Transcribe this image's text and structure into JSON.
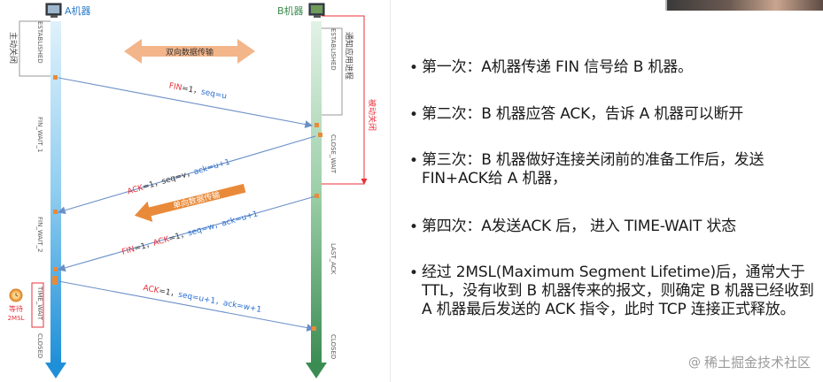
{
  "diagram": {
    "host_a": "A机器",
    "host_b": "B机器",
    "a_left_note": "主动关闭",
    "a_states": [
      "ESTABLISHED",
      "FIN_WAIT_1",
      "FIN_WAIT_2",
      "TIME_WAIT",
      "CLOSED"
    ],
    "b_states": [
      "ESTABLISHED",
      "CLOSE_WAIT",
      "LAST_ACK",
      "CLOSED"
    ],
    "b_notify": "通知应用进程",
    "b_passive": "被动关闭",
    "bidir_label": "双向数据传输",
    "unidir_label": "单向数据传输",
    "wait_label": "等待",
    "wait_time": "2MSL",
    "messages": {
      "m1": {
        "prefix": "FIN",
        "p1": "=1，",
        "p2": "seq=u"
      },
      "m2": {
        "prefix": "ACK",
        "p1": "=1，",
        "p2": "seq=v，",
        "p3": "ack=u+1"
      },
      "m3": {
        "prefix": "FIN",
        "p1": "=1，",
        "p2": "ACK",
        "p3": "=1，",
        "p4": "seq=w，",
        "p5": "ack=u+1"
      },
      "m4": {
        "prefix": "ACK",
        "p1": "=1，",
        "p2": "seq=u+1，",
        "p3": "ack=w+1"
      }
    },
    "colors": {
      "a_line": "#4aa6e0",
      "b_line": "#4e9a63",
      "red_text": "#e8303a",
      "blue_text": "#2a6fd0",
      "arrow": "#6a8fc8",
      "banner": "#f3b58a"
    }
  },
  "bullets": [
    "第一次：A机器传递 FIN 信号给 B 机器。",
    "第二次：B 机器应答 ACK，告诉 A 机器可以断开",
    "第三次：B 机器做好连接关闭前的准备工作后，发送FIN+ACK给 A 机器，",
    "第四次：A发送ACK 后， 进入 TIME-WAIT 状态",
    "经过 2MSL(Maximum Segment Lifetime)后，通常大于TTL，没有收到 B 机器传来的报文，则确定 B 机器已经收到 A 机器最后发送的 ACK 指令，此时 TCP 连接正式释放。"
  ],
  "watermark": "稀土掘金技术社区"
}
